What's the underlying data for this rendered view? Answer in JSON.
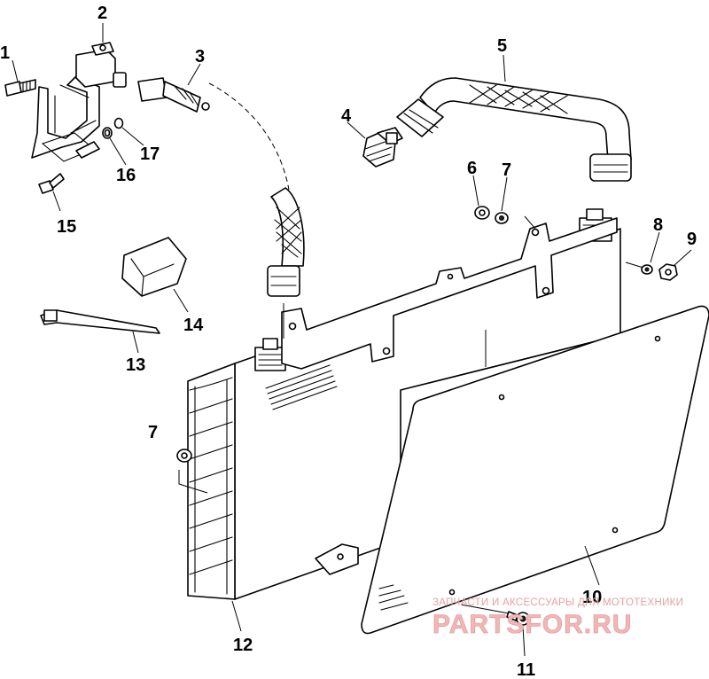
{
  "callouts": [
    {
      "id": "1",
      "label": "1"
    },
    {
      "id": "2",
      "label": "2"
    },
    {
      "id": "3",
      "label": "3"
    },
    {
      "id": "4",
      "label": "4"
    },
    {
      "id": "5",
      "label": "5"
    },
    {
      "id": "6",
      "label": "6"
    },
    {
      "id": "7a",
      "label": "7"
    },
    {
      "id": "7b",
      "label": "7"
    },
    {
      "id": "8",
      "label": "8"
    },
    {
      "id": "9",
      "label": "9"
    },
    {
      "id": "10",
      "label": "10"
    },
    {
      "id": "11",
      "label": "11"
    },
    {
      "id": "12",
      "label": "12"
    },
    {
      "id": "13",
      "label": "13"
    },
    {
      "id": "14",
      "label": "14"
    },
    {
      "id": "15",
      "label": "15"
    },
    {
      "id": "16",
      "label": "16"
    },
    {
      "id": "17",
      "label": "17"
    }
  ],
  "watermark": {
    "tagline": "ЗАПЧАСТИ И АКСЕССУАРЫ ДЛЯ МОТОТЕХНИКИ",
    "brand": "PARTSFOR.RU"
  }
}
